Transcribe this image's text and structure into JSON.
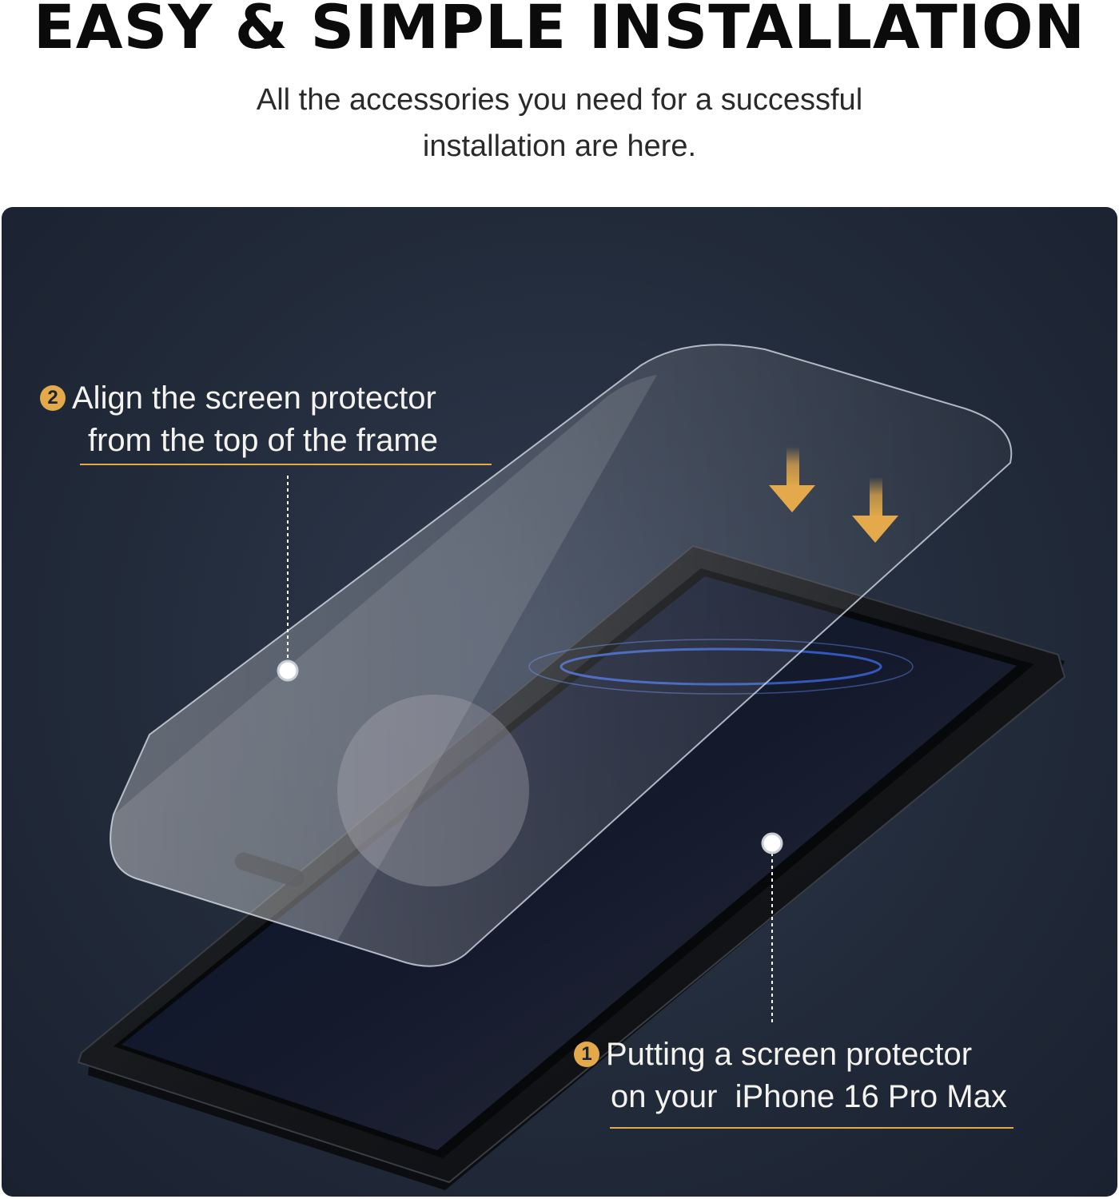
{
  "header": {
    "title": "EASY & SIMPLE INSTALLATION",
    "subtitle_line1": "All the accessories you need for a successful",
    "subtitle_line2": "installation are here."
  },
  "callouts": {
    "step2": {
      "number": "2",
      "line1": "Align the screen protector",
      "line2": "from the top of the frame"
    },
    "step1": {
      "number": "1",
      "line1": "Putting a screen protector",
      "line2": "on your  iPhone 16 Pro Max"
    }
  },
  "colors": {
    "accent": "#e3a94a",
    "panel_background": "#262f3f",
    "text_light": "#f5f3ee",
    "headline": "#0b0b0b"
  },
  "icons": {
    "arrows": "down-arrow-icon",
    "markers": "dot-marker-icon"
  }
}
